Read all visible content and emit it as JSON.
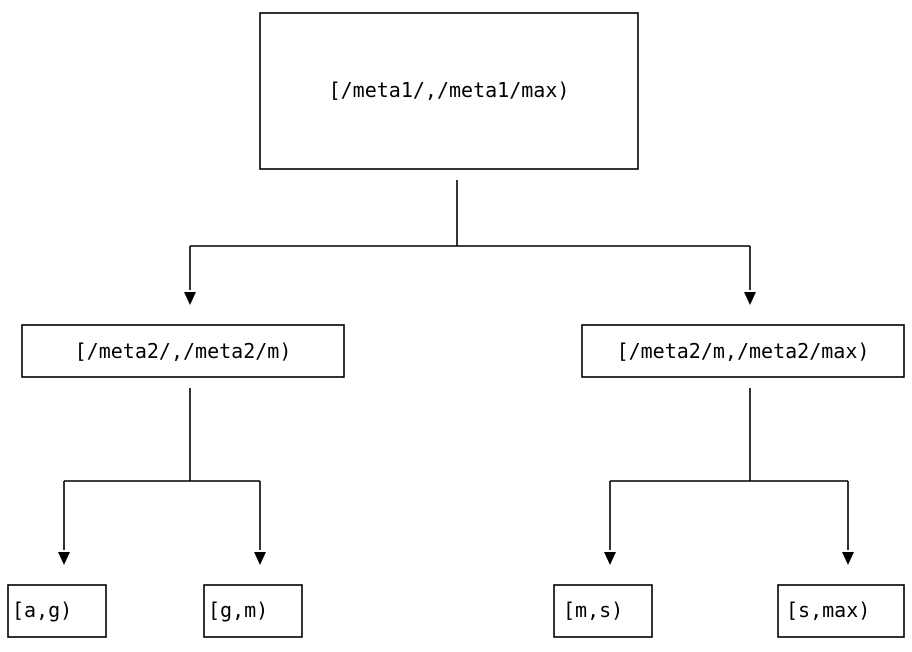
{
  "tree": {
    "root": {
      "label": "[/meta1/,/meta1/max)"
    },
    "meta2_left": {
      "label": "[/meta2/,/meta2/m)"
    },
    "meta2_right": {
      "label": "[/meta2/m,/meta2/max)"
    },
    "leaves": [
      {
        "label": "[a,g)"
      },
      {
        "label": "[g,m)"
      },
      {
        "label": "[m,s)"
      },
      {
        "label": "[s,max)"
      }
    ]
  },
  "colors": {
    "line": "#000000",
    "background": "#ffffff"
  }
}
